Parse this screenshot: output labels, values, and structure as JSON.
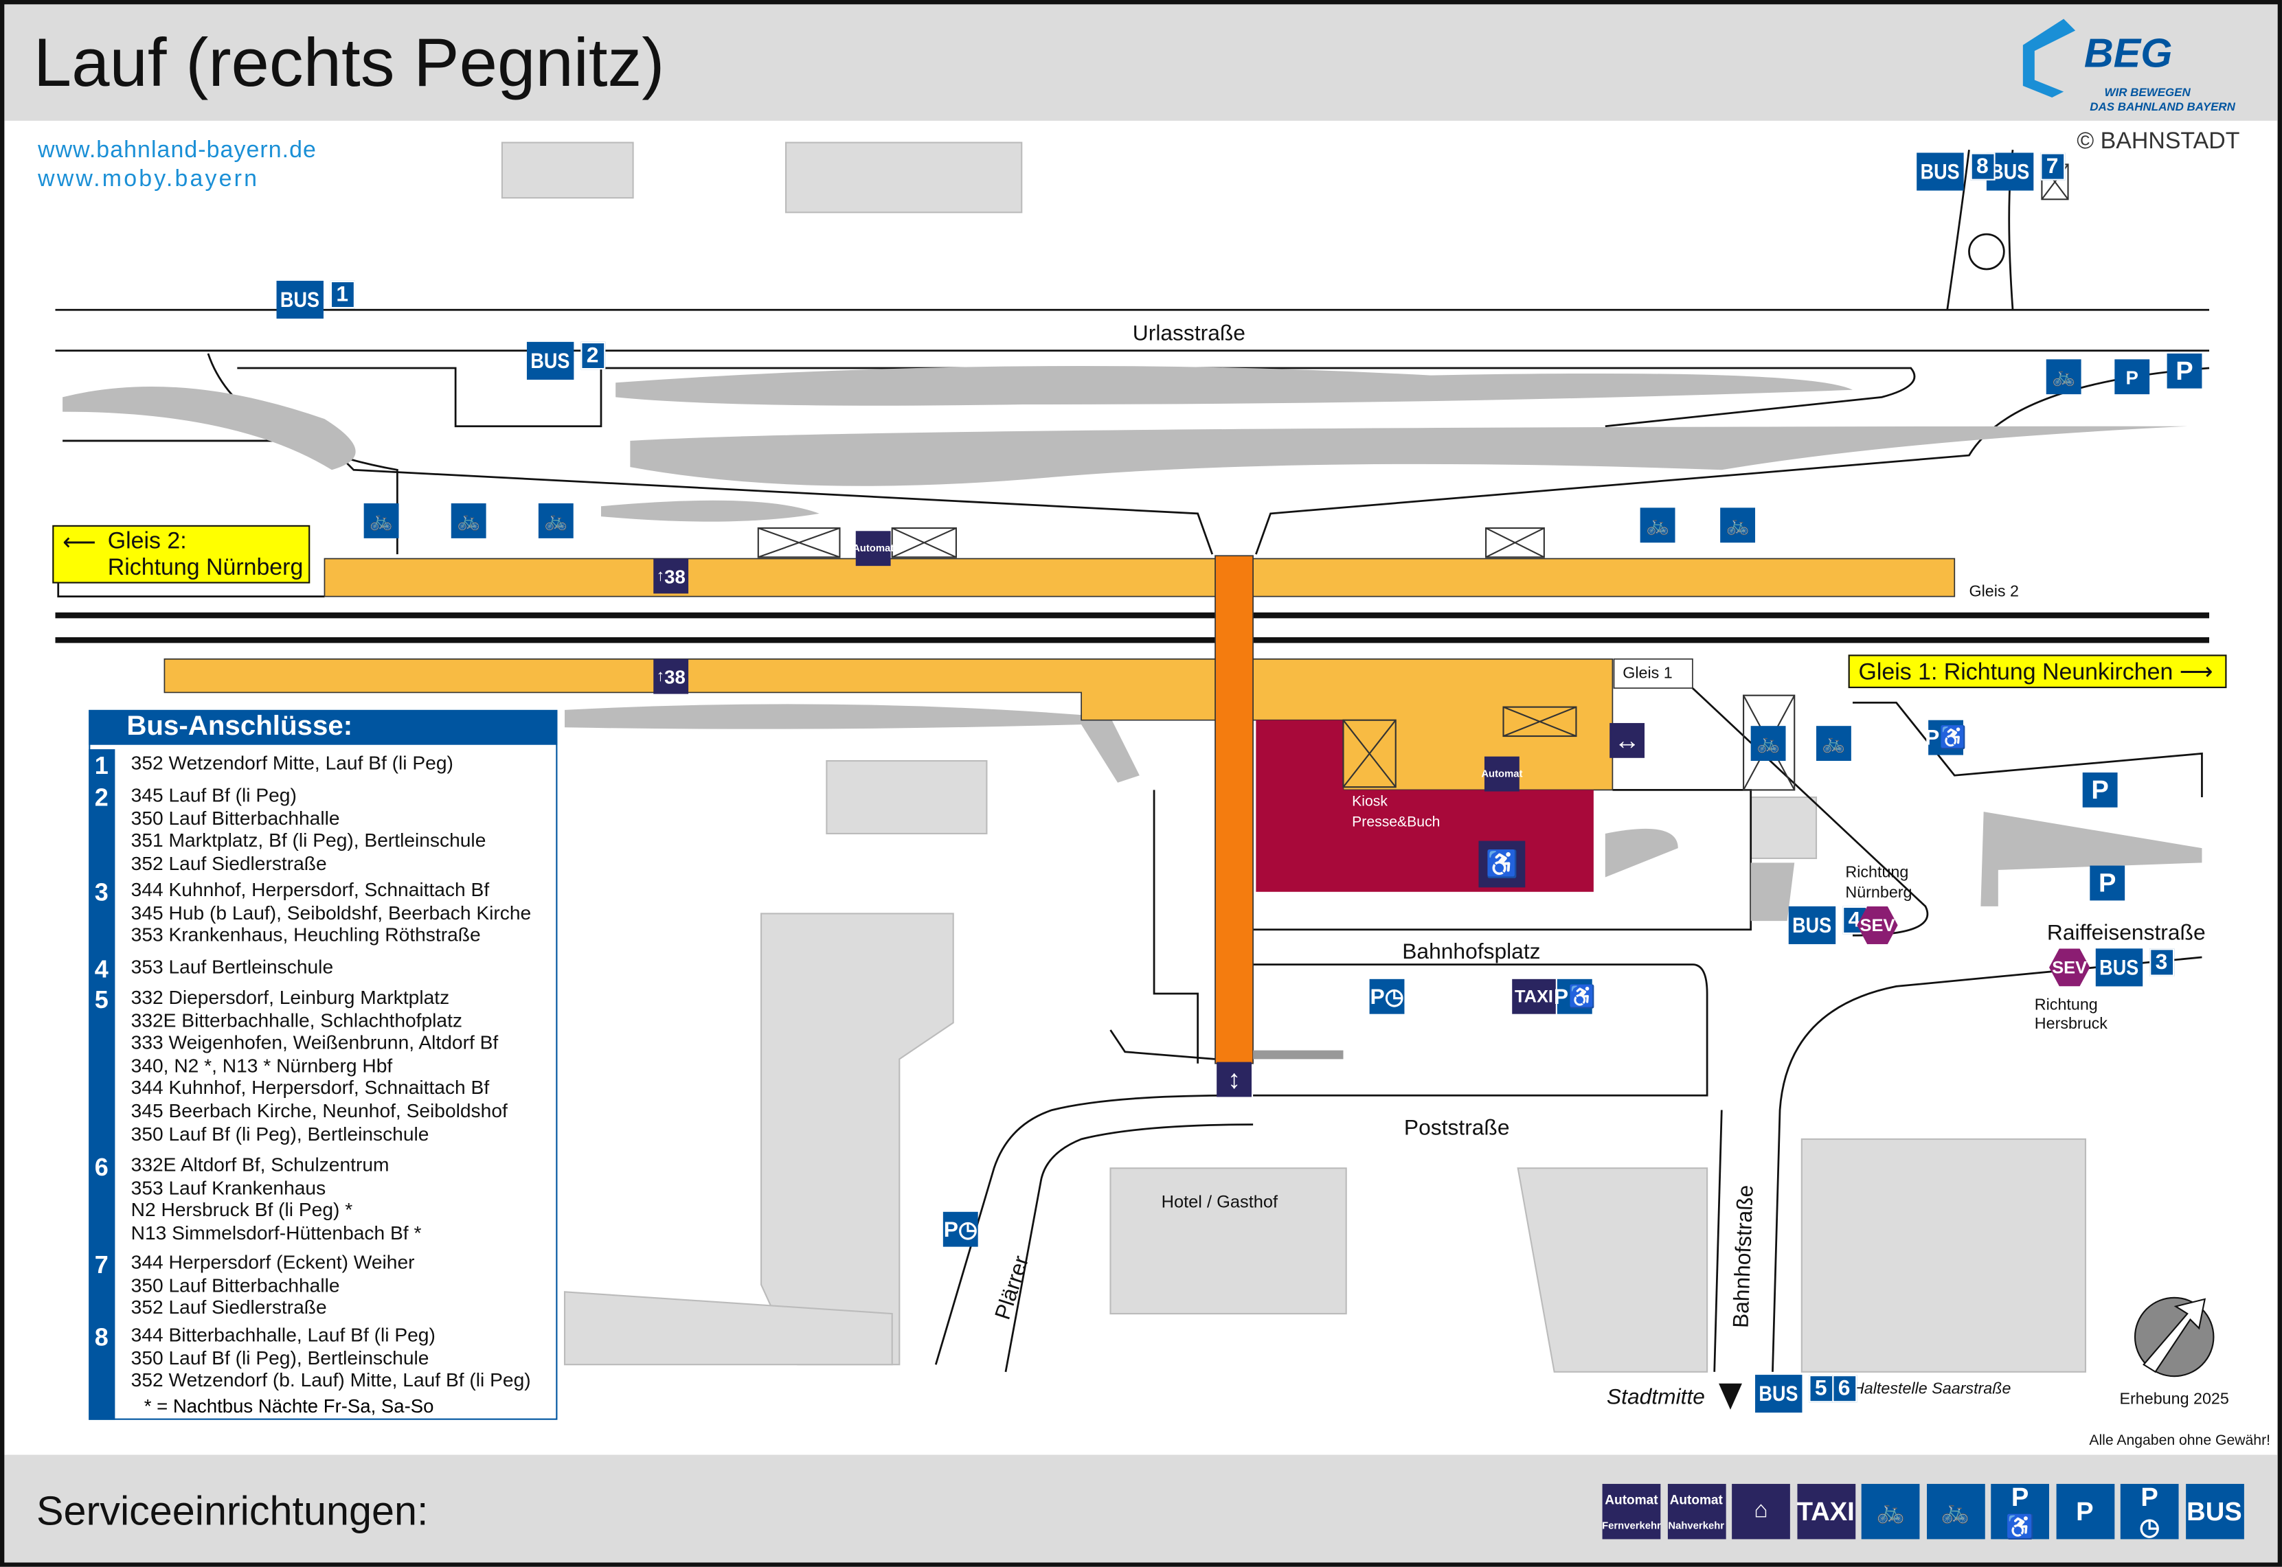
{
  "header": {
    "title": "Lauf (rechts Pegnitz)",
    "logo": {
      "name": "BEG",
      "tagline1": "WIR BEWEGEN",
      "tagline2": "DAS BAHNLAND BAYERN"
    },
    "copyright": "© BAHNSTADT"
  },
  "links": [
    "www.bahnland-bayern.de",
    "www.moby.bayern"
  ],
  "streets": {
    "urlass": "Urlasstraße",
    "bahnhofsplatz": "Bahnhofsplatz",
    "post": "Poststraße",
    "raiffeisen": "Raiffeisenstraße",
    "plaerrer": "Plärrer",
    "bahnhof": "Bahnhofstraße"
  },
  "places": {
    "hotel": "Hotel / Gasthof",
    "kiosk1": "Kiosk",
    "kiosk2": "Presse&Buch",
    "stadtmitte": "Stadtmitte",
    "haltestelle": "Haltestelle Saarstraße",
    "richtung_nbg1": "Richtung",
    "richtung_nbg2": "Nürnberg",
    "richtung_hers1": "Richtung",
    "richtung_hers2": "Hersbruck"
  },
  "platforms": {
    "gleis2_label": "Gleis 2",
    "gleis1_label": "Gleis 1",
    "gleis2_dir1": "Gleis 2:",
    "gleis2_dir2": "Richtung Nürnberg",
    "gleis1_dir": "Gleis 1: Richtung Neunkirchen",
    "step_height": "38"
  },
  "icons": {
    "bus": "BUS",
    "sev": "SEV",
    "taxi": "TAXI",
    "parking": "P",
    "automat": "Automat"
  },
  "bus_stops": [
    "1",
    "2",
    "3",
    "4",
    "5",
    "6",
    "7",
    "8"
  ],
  "bus_list": {
    "title": "Bus-Anschlüsse:",
    "groups": [
      {
        "num": "1",
        "lines": [
          "352 Wetzendorf Mitte, Lauf Bf (li Peg)"
        ]
      },
      {
        "num": "2",
        "lines": [
          "345 Lauf Bf (li Peg)",
          "350 Lauf Bitterbachhalle",
          "351 Marktplatz, Bf (li Peg), Bertleinschule",
          "352 Lauf Siedlerstraße"
        ]
      },
      {
        "num": "3",
        "lines": [
          "344 Kuhnhof, Herpersdorf, Schnaittach Bf",
          "345 Hub (b Lauf), Seiboldshf, Beerbach Kirche",
          "353 Krankenhaus, Heuchling Röthstraße"
        ]
      },
      {
        "num": "4",
        "lines": [
          "353 Lauf Bertleinschule"
        ]
      },
      {
        "num": "5",
        "lines": [
          "332 Diepersdorf, Leinburg Marktplatz",
          "332E Bitterbachhalle, Schlachthofplatz",
          "333 Weigenhofen, Weißenbrunn, Altdorf Bf",
          "340, N2 *, N13 * Nürnberg Hbf",
          "344 Kuhnhof, Herpersdorf, Schnaittach Bf",
          "345 Beerbach Kirche, Neunhof, Seiboldshof",
          "350 Lauf Bf (li Peg), Bertleinschule"
        ]
      },
      {
        "num": "6",
        "lines": [
          "332E Altdorf Bf, Schulzentrum",
          "353 Lauf Krankenhaus",
          "N2 Hersbruck Bf (li Peg) *",
          "N13 Simmelsdorf-Hüttenbach Bf *"
        ]
      },
      {
        "num": "7",
        "lines": [
          "344 Herpersdorf (Eckent) Weiher",
          "350 Lauf Bitterbachhalle",
          "352 Lauf Siedlerstraße"
        ]
      },
      {
        "num": "8",
        "lines": [
          "344 Bitterbachhalle, Lauf Bf (li Peg)",
          "350 Lauf Bf (li Peg), Bertleinschule",
          "352 Wetzendorf (b. Lauf) Mitte, Lauf Bf (li Peg)"
        ]
      }
    ],
    "footnote": "* = Nachtbus Nächte Fr-Sa, Sa-So"
  },
  "meta": {
    "survey": "Erhebung 2025",
    "disclaimer": "Alle Angaben ohne Gewähr!"
  },
  "footer": {
    "label": "Serviceeinrichtungen:",
    "services": [
      {
        "name": "Automat",
        "sub": "Fernverkehr"
      },
      {
        "name": "Automat",
        "sub": "Nahverkehr"
      },
      {
        "name": ""
      },
      {
        "name": "TAXI"
      },
      {
        "name": ""
      },
      {
        "name": ""
      },
      {
        "name": "P"
      },
      {
        "name": "P"
      },
      {
        "name": "P"
      },
      {
        "name": "BUS"
      }
    ]
  },
  "colors": {
    "platform": "#f8bb43",
    "underpass": "#f47c0f",
    "building": "#a8093a",
    "blue": "#0055a0",
    "navy": "#2a2560",
    "sev": "#8b1d72",
    "gleisbox": "#ffff00"
  }
}
